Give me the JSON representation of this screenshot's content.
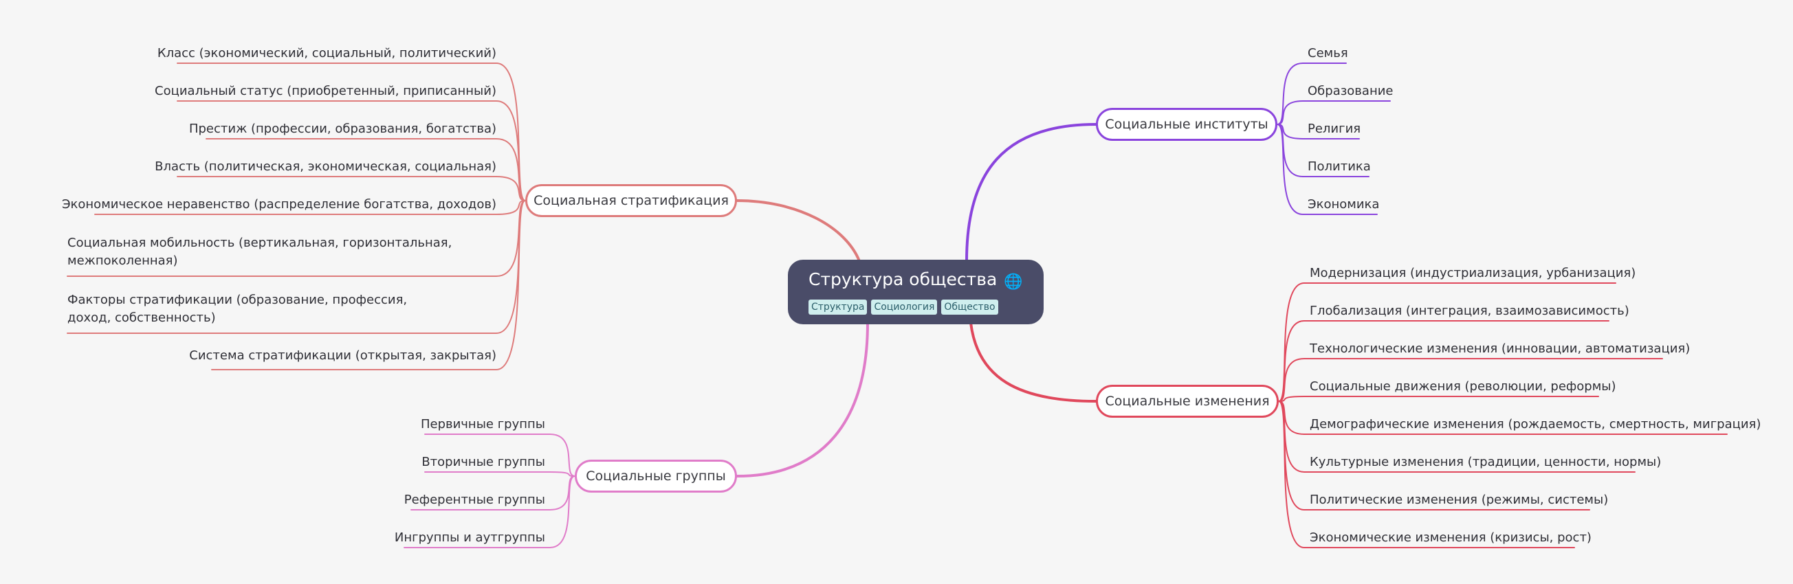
{
  "center": {
    "title": "Структура общества",
    "icon": "globe-icon",
    "tags": [
      "Структура",
      "Социология",
      "Общество"
    ]
  },
  "branches": {
    "stratification": {
      "label": "Социальная стратификация",
      "color": "#de7b7b",
      "items": [
        "Класс (экономический, социальный, политический)",
        "Социальный статус (приобретенный, приписанный)",
        "Престиж (профессии, образования, богатства)",
        "Власть (политическая, экономическая, социальная)",
        "Экономическое неравенство (распределение богатства, доходов)",
        "Социальная мобильность (вертикальная, горизонтальная, межпоколенная)",
        "Факторы стратификации (образование, профессия, доход, собственность)",
        "Система стратификации (открытая, закрытая)"
      ]
    },
    "groups": {
      "label": "Социальные группы",
      "color": "#e07cc9",
      "items": [
        "Первичные группы",
        "Вторичные группы",
        "Референтные группы",
        "Ингруппы и аутгруппы"
      ]
    },
    "institutions": {
      "label": "Социальные институты",
      "color": "#8a44dd",
      "items": [
        "Семья",
        "Образование",
        "Религия",
        "Политика",
        "Экономика"
      ]
    },
    "changes": {
      "label": "Социальные изменения",
      "color": "#e0485c",
      "items": [
        "Модернизация (индустриализация, урбанизация)",
        "Глобализация (интеграция, взаимозависимость)",
        "Технологические изменения (инновации, автоматизация)",
        "Социальные движения (революции, реформы)",
        "Демографические изменения (рождаемость, смертность, миграция)",
        "Культурные изменения (традиции, ценности, нормы)",
        "Политические изменения (режимы, системы)",
        "Экономические изменения (кризисы, рост)"
      ]
    }
  }
}
